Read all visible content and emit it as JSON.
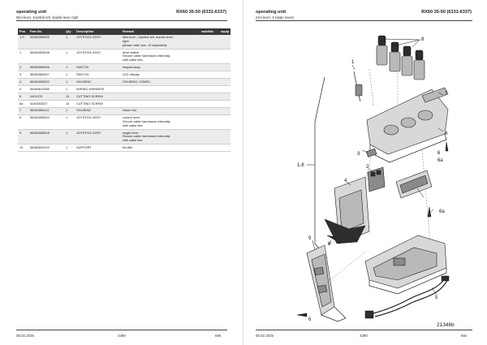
{
  "left_page": {
    "title": "operating unit",
    "subtitle": "Mini-lever, Joystick left, double lever right",
    "model": "RX60 35-50 (6331-6337)",
    "date": "05.02.2025",
    "code": "4390",
    "page_number": "690",
    "columns": [
      "Pos",
      "Part-No.",
      "Qty",
      "Description",
      "Remark",
      "valid/No",
      "equip"
    ],
    "rows": [
      {
        "pos": "1-9",
        "part": "56364305505",
        "qty": "1",
        "desc": "JOYSTICK ASSY.",
        "remark": [
          "Mini-lever, Joystick left, double-lever",
          "right",
          "please order pos. 10 seperately"
        ]
      },
      {
        "pos": "1",
        "part": "56364305538",
        "qty": "1",
        "desc": "JOYSTICK ASSY.",
        "remark": [
          "drive switch",
          "Secure cable harnesses internally",
          "with cable ties"
        ]
      },
      {
        "pos": "2",
        "part": "56363584506",
        "qty": "1",
        "desc": "SWITCH",
        "remark": [
          "keypad assy."
        ]
      },
      {
        "pos": "3",
        "part": "56363584507",
        "qty": "1",
        "desc": "SWITCH",
        "remark": [
          "LED display"
        ]
      },
      {
        "pos": "4",
        "part": "56364305522",
        "qty": "1",
        "desc": "HOUSING",
        "remark": [
          "HOUSING, COMPL."
        ]
      },
      {
        "pos": "5",
        "part": "56363613365",
        "qty": "1",
        "desc": "WIRING HARNESS",
        "remark": [
          ""
        ]
      },
      {
        "pos": "6",
        "part": "4401376",
        "qty": "19",
        "desc": "CUTTING SCREW",
        "remark": [
          ""
        ]
      },
      {
        "pos": "6a",
        "part": "5160353337",
        "qty": "14",
        "desc": "CUTTING SCREW",
        "remark": [
          ""
        ]
      },
      {
        "pos": "7",
        "part": "56363550411",
        "qty": "1",
        "desc": "HOUSING",
        "remark": [
          "Hand rest"
        ]
      },
      {
        "pos": "8",
        "part": "56364305510",
        "qty": "1",
        "desc": "JOYSTICK ASSY.",
        "remark": [
          "control lever",
          "Secure cable harnesses internally",
          "with cable ties"
        ]
      },
      {
        "pos": "9",
        "part": "56364305518",
        "qty": "1",
        "desc": "JOYSTICK ASSY.",
        "remark": [
          "single lever",
          "Secure cable harnesses internally",
          "with cable ties"
        ]
      },
      {
        "pos": "10",
        "part": "56365501029",
        "qty": "1",
        "desc": "SUPPORT",
        "remark": [
          "throttle"
        ]
      }
    ]
  },
  "right_page": {
    "title": "operating unit",
    "subtitle": "mini-lever, 4 single levers",
    "model": "RX60 35-50 (6331-6337)",
    "date": "05.02.2025",
    "code": "4390",
    "page_number": "691",
    "drawing_number": "21346b",
    "callouts": [
      "1",
      "8",
      "7",
      "4",
      "6",
      "6a",
      "3",
      "1-8",
      "2",
      "4",
      "6a",
      "6",
      "9",
      "5",
      "6"
    ]
  }
}
